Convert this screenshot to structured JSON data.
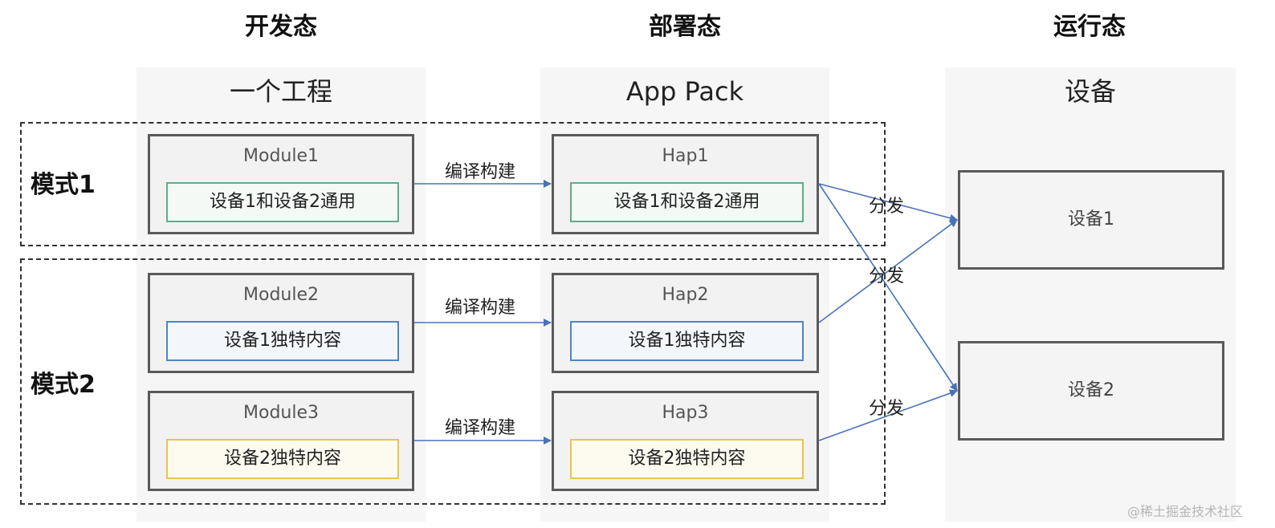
{
  "stages": {
    "dev": "开发态",
    "deploy": "部署态",
    "runtime": "运行态"
  },
  "columns": {
    "project": "一个工程",
    "app_pack": "App Pack",
    "device": "设备"
  },
  "modes": {
    "mode1": "模式1",
    "mode2": "模式2"
  },
  "modules": [
    {
      "title": "Module1",
      "content": "设备1和设备2通用"
    },
    {
      "title": "Module2",
      "content": "设备1独特内容"
    },
    {
      "title": "Module3",
      "content": "设备2独特内容"
    }
  ],
  "haps": [
    {
      "title": "Hap1",
      "content": "设备1和设备2通用"
    },
    {
      "title": "Hap2",
      "content": "设备1独特内容"
    },
    {
      "title": "Hap3",
      "content": "设备2独特内容"
    }
  ],
  "devices": [
    {
      "label": "设备1"
    },
    {
      "label": "设备2"
    }
  ],
  "edges": {
    "build": [
      "编译构建",
      "编译构建",
      "编译构建"
    ],
    "distribute": [
      "分发",
      "分发",
      "分发"
    ]
  },
  "colors": {
    "arrow": "#4a72b8",
    "green": "#5aae8a",
    "blue": "#4d86c4",
    "yellow": "#e8c549"
  },
  "watermark": "@稀土掘金技术社区"
}
